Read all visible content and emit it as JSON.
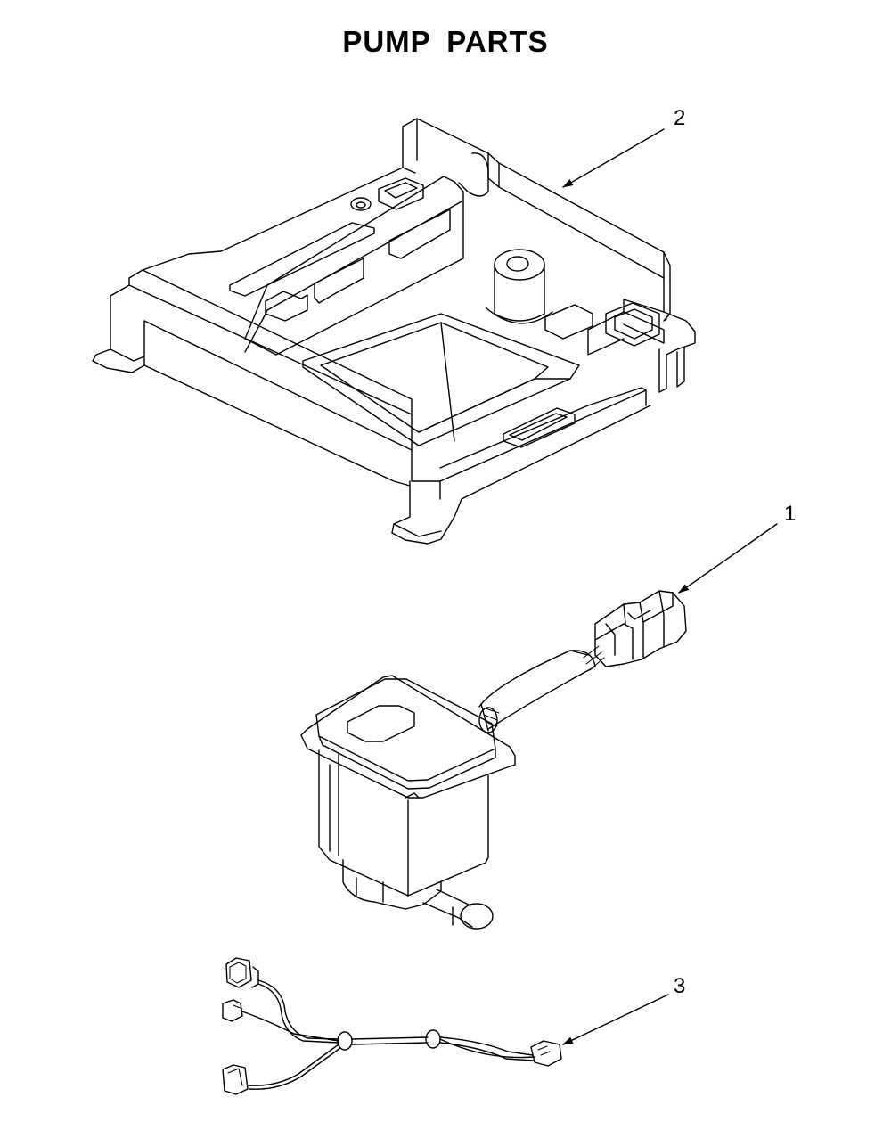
{
  "diagram": {
    "title": "PUMP PARTS",
    "callouts": [
      {
        "id": "callout-2",
        "label": "2",
        "part": "tray"
      },
      {
        "id": "callout-1",
        "label": "1",
        "part": "pump"
      },
      {
        "id": "callout-3",
        "label": "3",
        "part": "wire-harness"
      }
    ]
  }
}
